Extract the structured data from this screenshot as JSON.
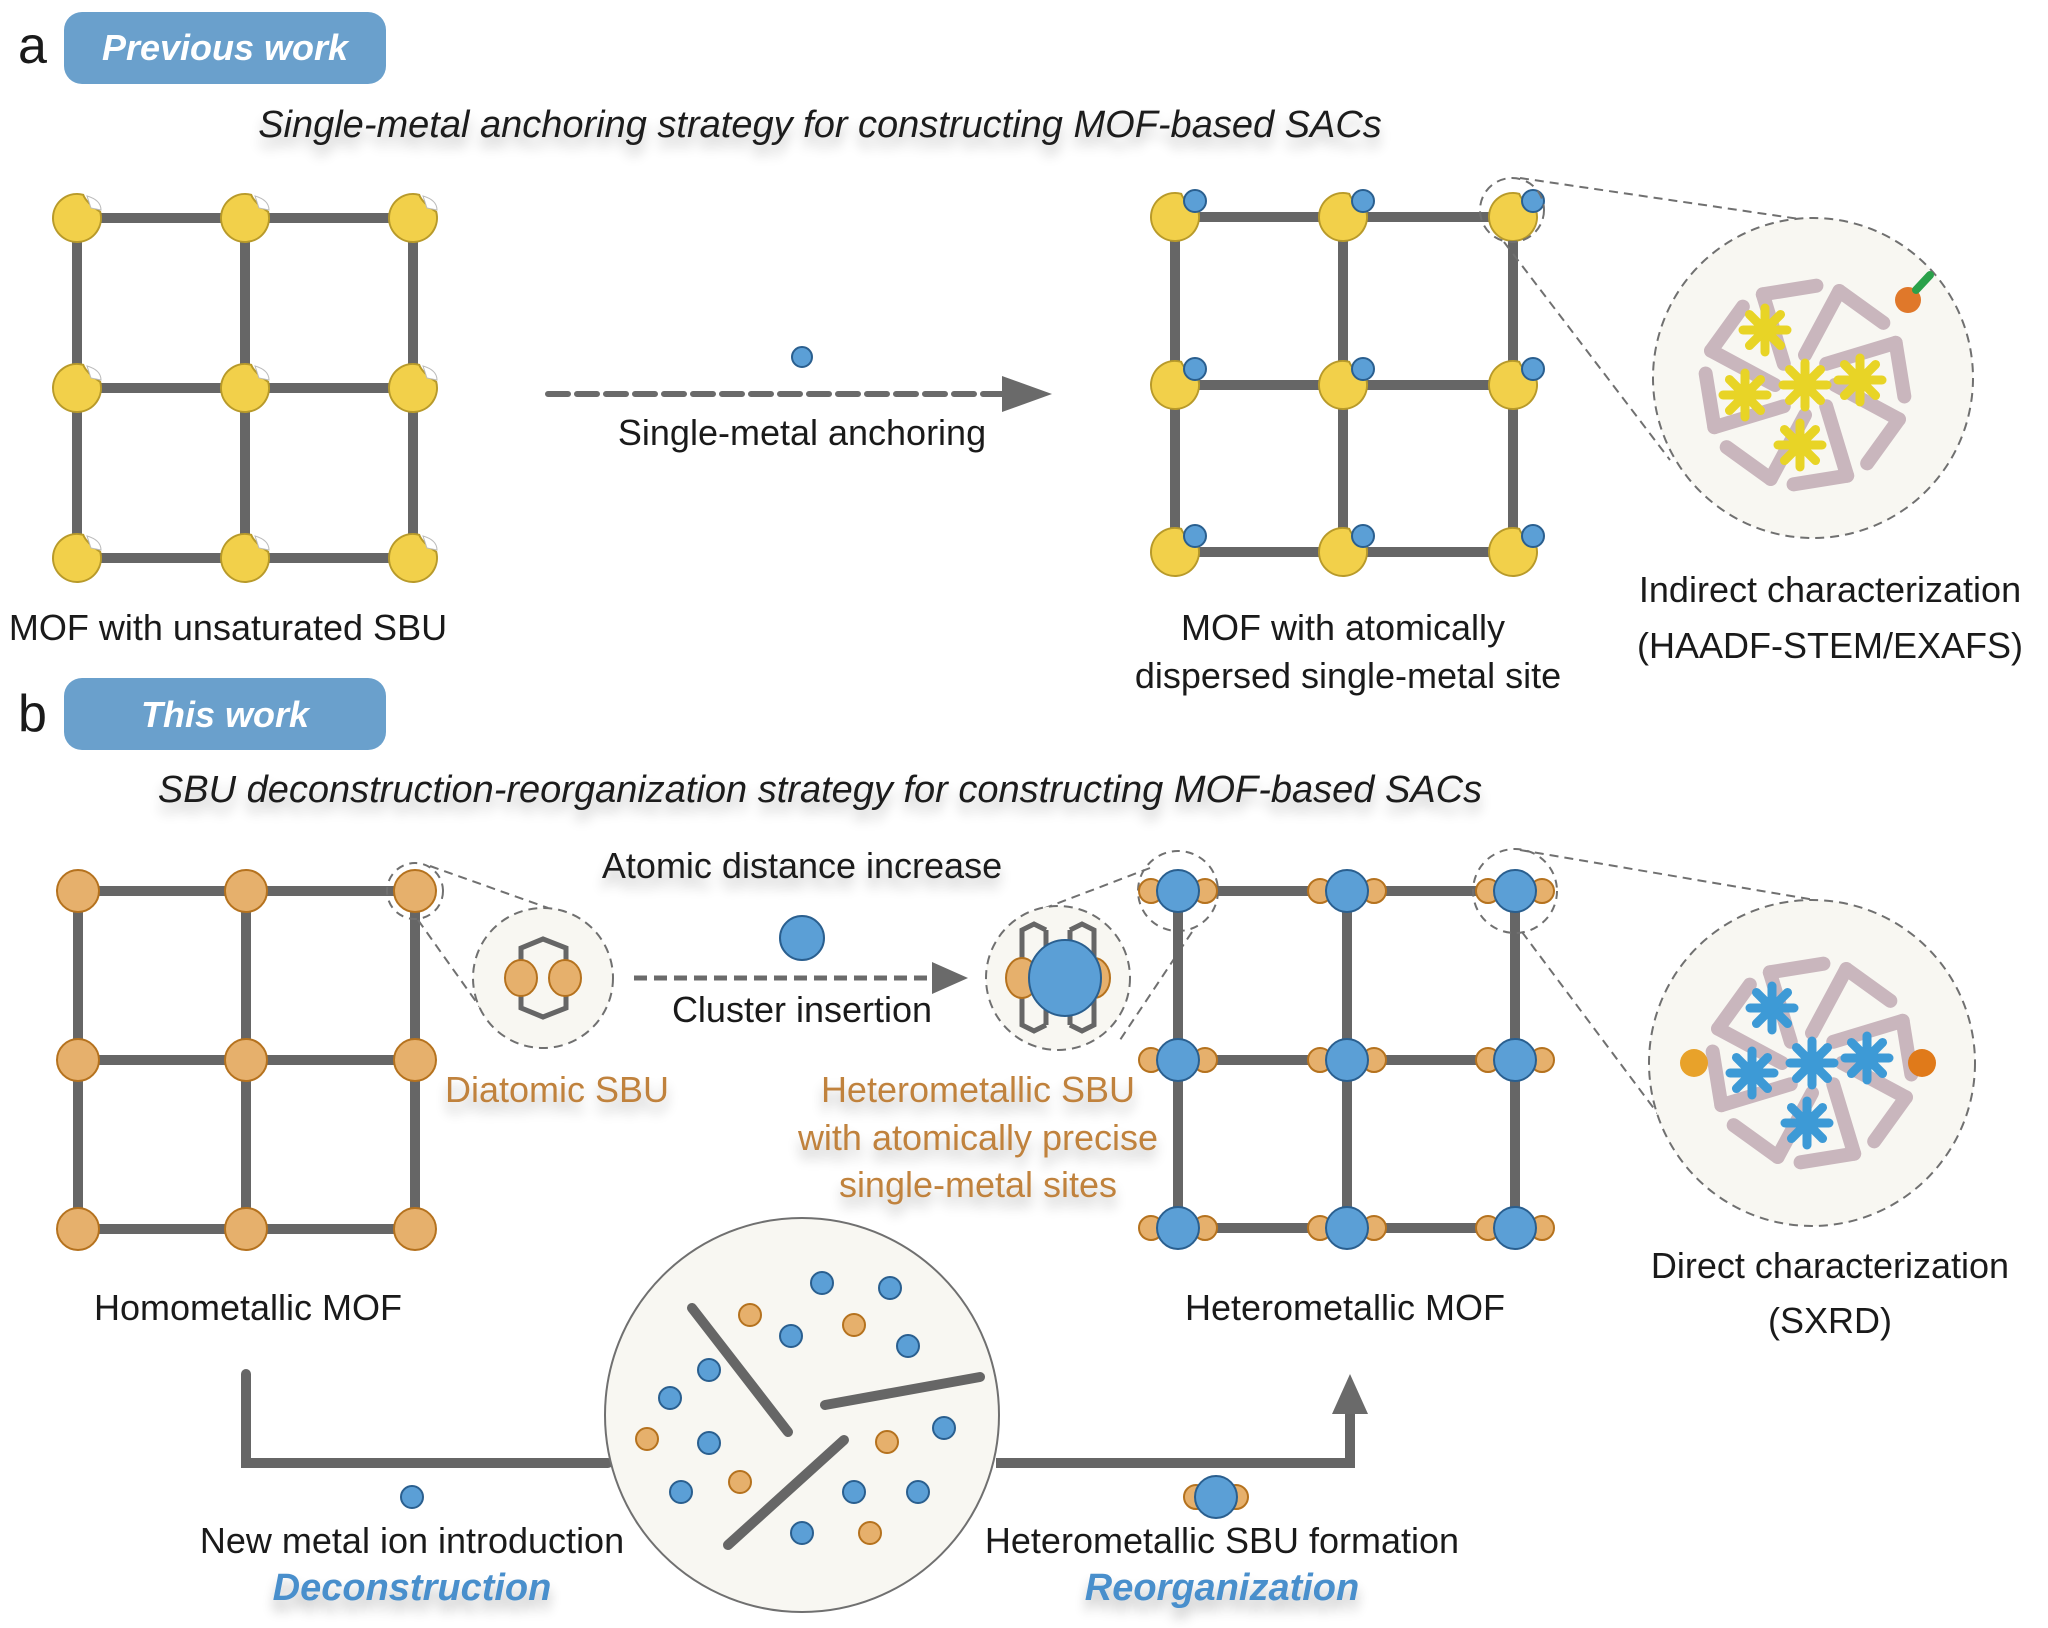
{
  "figure": {
    "panel_a": {
      "letter": "a",
      "tag": "Previous work",
      "subtitle": "Single-metal anchoring strategy for constructing MOF-based SACs",
      "left_label": "MOF with unsaturated SBU",
      "arrow_label": "Single-metal anchoring",
      "right_label_lines": [
        "MOF with atomically",
        "dispersed single-metal site"
      ],
      "inset_label_lines": [
        "Indirect characterization",
        "(HAADF-STEM/EXAFS)"
      ]
    },
    "panel_b": {
      "letter": "b",
      "tag": "This work",
      "subtitle": "SBU deconstruction-reorganization strategy for constructing MOF-based SACs",
      "left_label": "Homometallic MOF",
      "top_label": "Atomic distance increase",
      "diatomic_label": "Diatomic SBU",
      "arrow_label": "Cluster insertion",
      "hetero_sbu_label_lines": [
        "Heterometallic SBU",
        "with atomically precise",
        "single-metal sites"
      ],
      "right_label": "Heterometallic MOF",
      "inset_label_lines": [
        "Direct characterization",
        "(SXRD)"
      ],
      "step1_label": "New metal ion introduction",
      "step1_phase": "Deconstruction",
      "step2_label": "Heterometallic SBU formation",
      "step2_phase": "Reorganization"
    },
    "colors": {
      "tag_bg": "#6aa0cc",
      "yellow_node": "#f2d04a",
      "orange_node": "#e6b06c",
      "blue_node": "#5b9fd6",
      "linker": "#666666",
      "orange_text": "#c0823e",
      "blue_text": "#4a8fcc"
    }
  }
}
